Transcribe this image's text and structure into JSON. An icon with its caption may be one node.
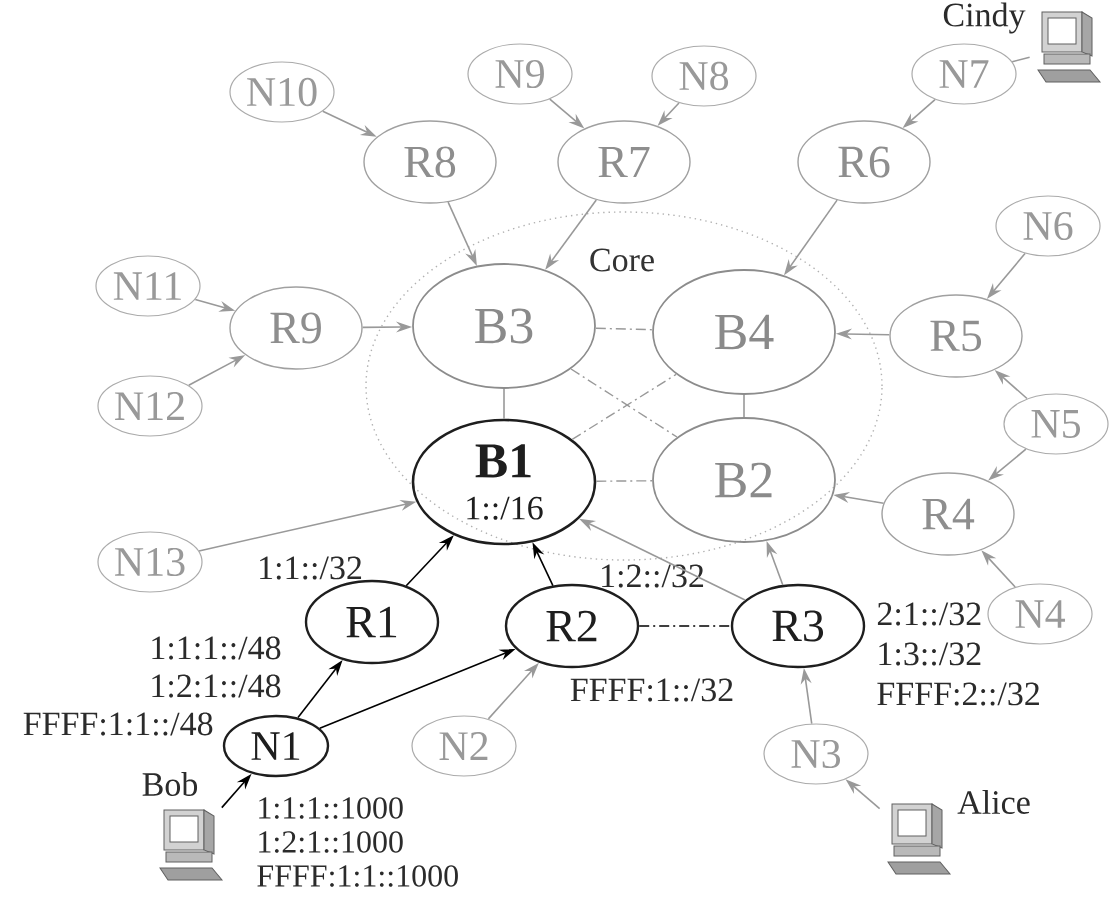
{
  "diagram": {
    "nodes": [
      {
        "text": [
          "N10"
        ]
      },
      {
        "text": [
          "N9"
        ]
      },
      {
        "text": [
          "N8"
        ]
      },
      {
        "text": [
          "N7"
        ]
      },
      {
        "text": [],
        "shape": "computer",
        "beside": [
          "Cindy"
        ]
      },
      {
        "text": [
          "R8"
        ]
      },
      {
        "text": [
          "R7"
        ]
      },
      {
        "text": [
          "R6"
        ]
      },
      {
        "text": [
          "Core"
        ]
      },
      {
        "text": [
          "B3"
        ],
        "in": 8
      },
      {
        "text": [
          "B4"
        ],
        "in": 8
      },
      {
        "text": [
          "B1",
          "1::/16"
        ],
        "in": 8
      },
      {
        "text": [
          "B2"
        ],
        "in": 8
      },
      {
        "text": [
          "N6"
        ]
      },
      {
        "text": [
          "N11"
        ]
      },
      {
        "text": [
          "R9"
        ]
      },
      {
        "text": [
          "R5"
        ]
      },
      {
        "text": [
          "N12"
        ]
      },
      {
        "text": [
          "N5"
        ]
      },
      {
        "text": [
          "R4"
        ]
      },
      {
        "text": [
          "N13"
        ]
      },
      {
        "text": [
          "N4"
        ]
      },
      {
        "text": [
          "R1"
        ],
        "beside": [
          "1:1::/32"
        ]
      },
      {
        "text": [
          "R2"
        ],
        "beside": [
          "1:2::/32",
          "FFFF:1::/32"
        ]
      },
      {
        "text": [
          "R3"
        ],
        "beside": [
          "2:1::/32",
          "1:3::/32",
          "FFFF:2::/32"
        ]
      },
      {
        "text": [
          "N1"
        ],
        "beside": [
          "1:1:1::/48",
          "1:2:1::/48",
          "FFFF:1:1::/48"
        ]
      },
      {
        "text": [
          "N2"
        ]
      },
      {
        "text": [
          "N3"
        ]
      },
      {
        "text": [],
        "shape": "computer",
        "beside": [
          "Bob",
          "1:1:1::1000",
          "1:2:1::1000",
          "FFFF:1:1::1000"
        ]
      },
      {
        "text": [],
        "shape": "computer",
        "beside": [
          "Alice"
        ]
      }
    ],
    "edges": [
      {
        "from": 0,
        "to": 5,
        "arrow": "to"
      },
      {
        "from": 1,
        "to": 6,
        "arrow": "to"
      },
      {
        "from": 2,
        "to": 6,
        "arrow": "to"
      },
      {
        "from": 4,
        "to": 3,
        "arrow": "none"
      },
      {
        "from": 3,
        "to": 7,
        "arrow": "to"
      },
      {
        "from": 5,
        "to": 9,
        "arrow": "to"
      },
      {
        "from": 6,
        "to": 9,
        "arrow": "to"
      },
      {
        "from": 7,
        "to": 10,
        "arrow": "to"
      },
      {
        "from": 13,
        "to": 16,
        "arrow": "to"
      },
      {
        "from": 14,
        "to": 15,
        "arrow": "to"
      },
      {
        "from": 17,
        "to": 15,
        "arrow": "to"
      },
      {
        "from": 15,
        "to": 9,
        "arrow": "to"
      },
      {
        "from": 16,
        "to": 10,
        "arrow": "to"
      },
      {
        "from": 18,
        "to": 16,
        "arrow": "to"
      },
      {
        "from": 18,
        "to": 19,
        "arrow": "to"
      },
      {
        "from": 19,
        "to": 12,
        "arrow": "to"
      },
      {
        "from": 21,
        "to": 19,
        "arrow": "to"
      },
      {
        "from": 20,
        "to": 11,
        "arrow": "to"
      },
      {
        "from": 9,
        "to": 10,
        "arrow": "none",
        "style": "dashed"
      },
      {
        "from": 9,
        "to": 11,
        "arrow": "none"
      },
      {
        "from": 10,
        "to": 12,
        "arrow": "none"
      },
      {
        "from": 11,
        "to": 12,
        "arrow": "none",
        "style": "dashed"
      },
      {
        "from": 9,
        "to": 12,
        "arrow": "none",
        "style": "dashed"
      },
      {
        "from": 11,
        "to": 10,
        "arrow": "none",
        "style": "dashed"
      },
      {
        "from": 22,
        "to": 11,
        "arrow": "to",
        "color": "#000000"
      },
      {
        "from": 23,
        "to": 11,
        "arrow": "to",
        "color": "#000000"
      },
      {
        "from": 24,
        "to": 11,
        "arrow": "to"
      },
      {
        "from": 24,
        "to": 12,
        "arrow": "to"
      },
      {
        "from": 23,
        "to": 24,
        "arrow": "none",
        "style": "dashed",
        "color": "#000000"
      },
      {
        "from": 25,
        "to": 22,
        "arrow": "to",
        "color": "#000000"
      },
      {
        "from": 25,
        "to": 23,
        "arrow": "to",
        "color": "#000000"
      },
      {
        "from": 26,
        "to": 23,
        "arrow": "to"
      },
      {
        "from": 27,
        "to": 24,
        "arrow": "to"
      },
      {
        "from": 28,
        "to": 25,
        "arrow": "to",
        "color": "#000000"
      },
      {
        "from": 29,
        "to": 27,
        "arrow": "to"
      }
    ]
  }
}
